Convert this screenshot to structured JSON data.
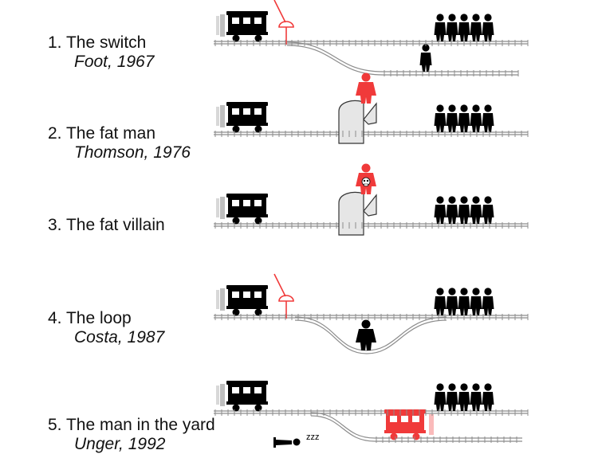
{
  "scenarios": [
    {
      "title": "1. The switch",
      "citation": "Foot, 1967"
    },
    {
      "title": "2. The fat man",
      "citation": "Thomson, 1976"
    },
    {
      "title": "3. The fat villain",
      "citation": ""
    },
    {
      "title": "4. The loop",
      "citation": "Costa, 1987"
    },
    {
      "title": "5. The man in the yard",
      "citation": "Unger, 1992"
    }
  ],
  "sleep_text": "zzz",
  "colors": {
    "highlight": "#f03a3a",
    "figure": "#000000",
    "rail": "#8c8c8c",
    "wall": "#e6e6e6"
  }
}
